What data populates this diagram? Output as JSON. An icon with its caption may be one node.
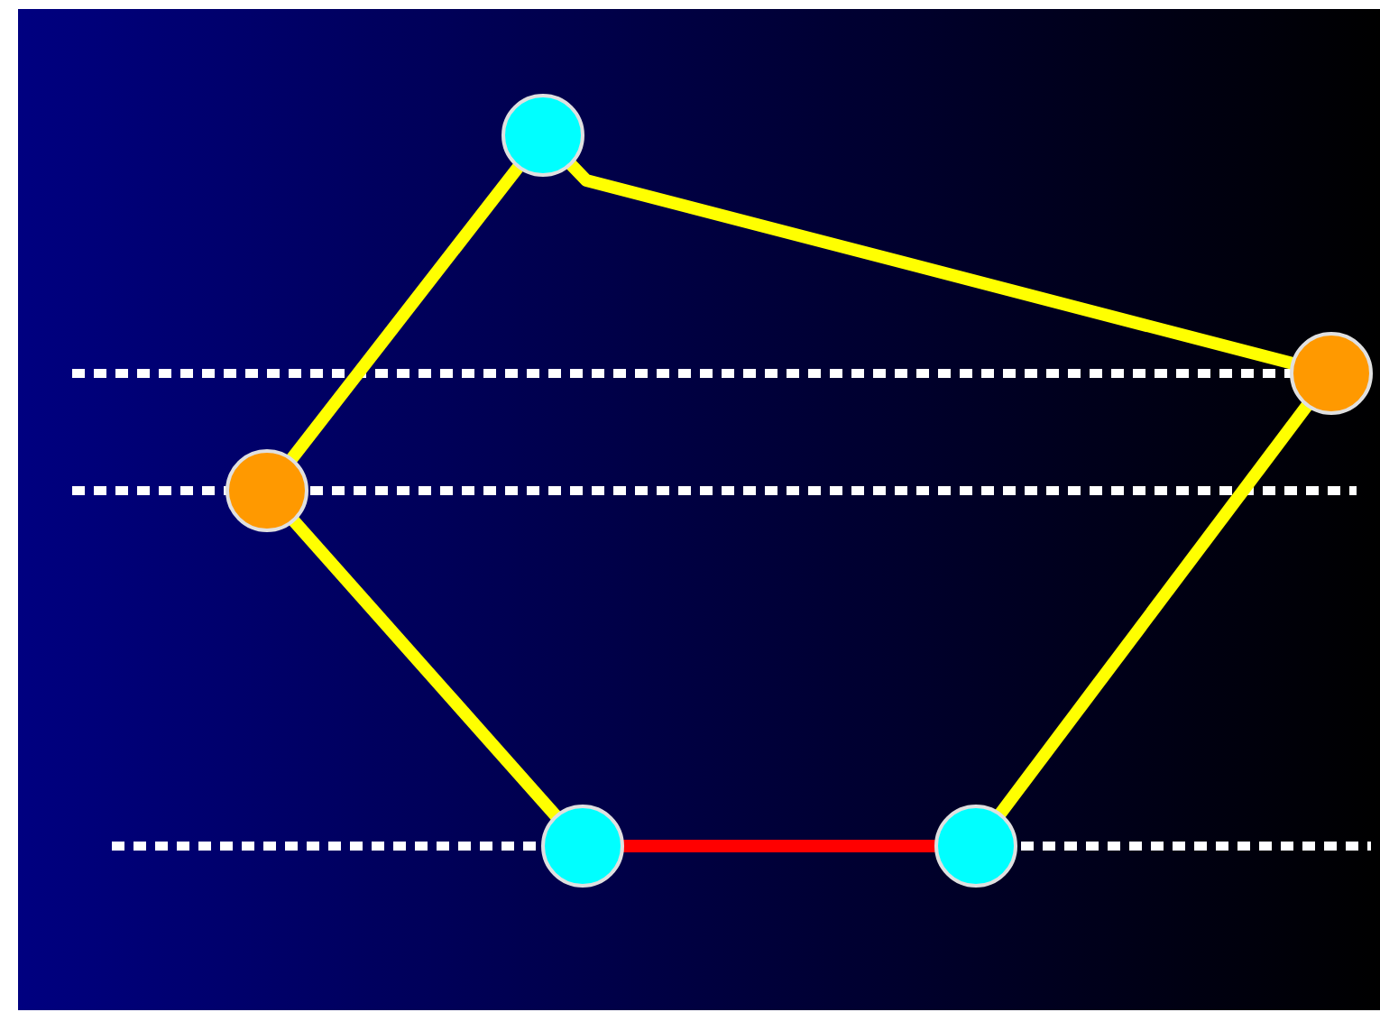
{
  "diagram": {
    "nodes": [
      {
        "text": [],
        "shape": "circle"
      },
      {
        "text": [],
        "shape": "circle"
      },
      {
        "text": [],
        "shape": "circle"
      },
      {
        "text": [],
        "shape": "circle"
      },
      {
        "text": [],
        "shape": "circle"
      }
    ],
    "edges": [
      {
        "from": 0,
        "to": 1,
        "arrow": "none"
      },
      {
        "from": 1,
        "to": 4,
        "arrow": "none"
      },
      {
        "from": 4,
        "to": 3,
        "arrow": "none",
        "color": "#ff0000"
      },
      {
        "from": 3,
        "to": 2,
        "arrow": "none"
      },
      {
        "from": 2,
        "to": 0,
        "arrow": "none"
      }
    ]
  }
}
